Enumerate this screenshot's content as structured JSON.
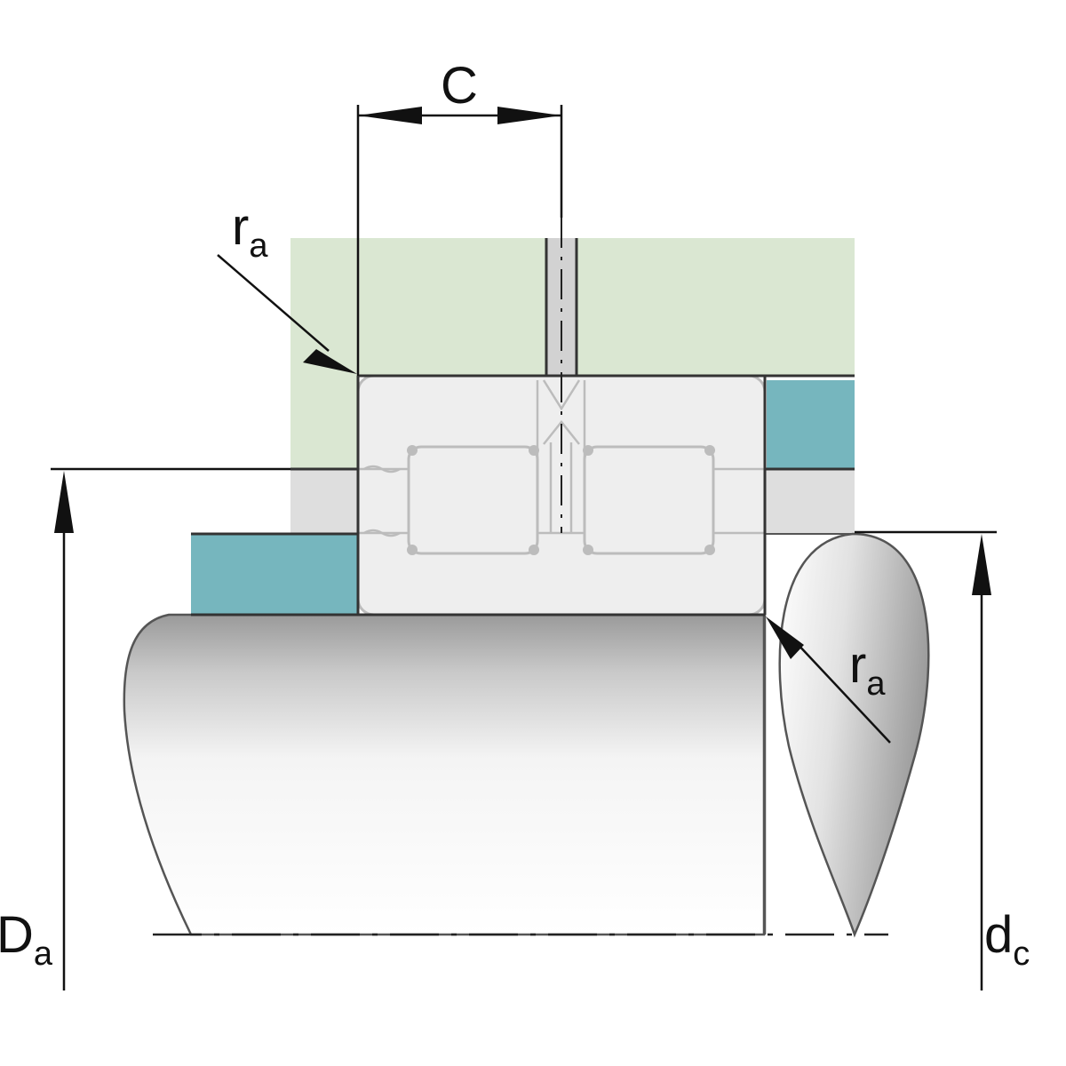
{
  "labels": {
    "c": {
      "main": "C",
      "sub": ""
    },
    "ra_top": {
      "main": "r",
      "sub": "a"
    },
    "ra_bottom": {
      "main": "r",
      "sub": "a"
    },
    "Da": {
      "main": "D",
      "sub": "a"
    },
    "dc": {
      "main": "d",
      "sub": "c"
    }
  },
  "colors": {
    "housing": "#dae7d2",
    "spacer": "#dedede",
    "seal": "#76b6be",
    "bearing_body": "#eeeeee",
    "bearing_outline": "#bdbdbd",
    "line": "#222222",
    "shaft_outline": "#555555"
  }
}
